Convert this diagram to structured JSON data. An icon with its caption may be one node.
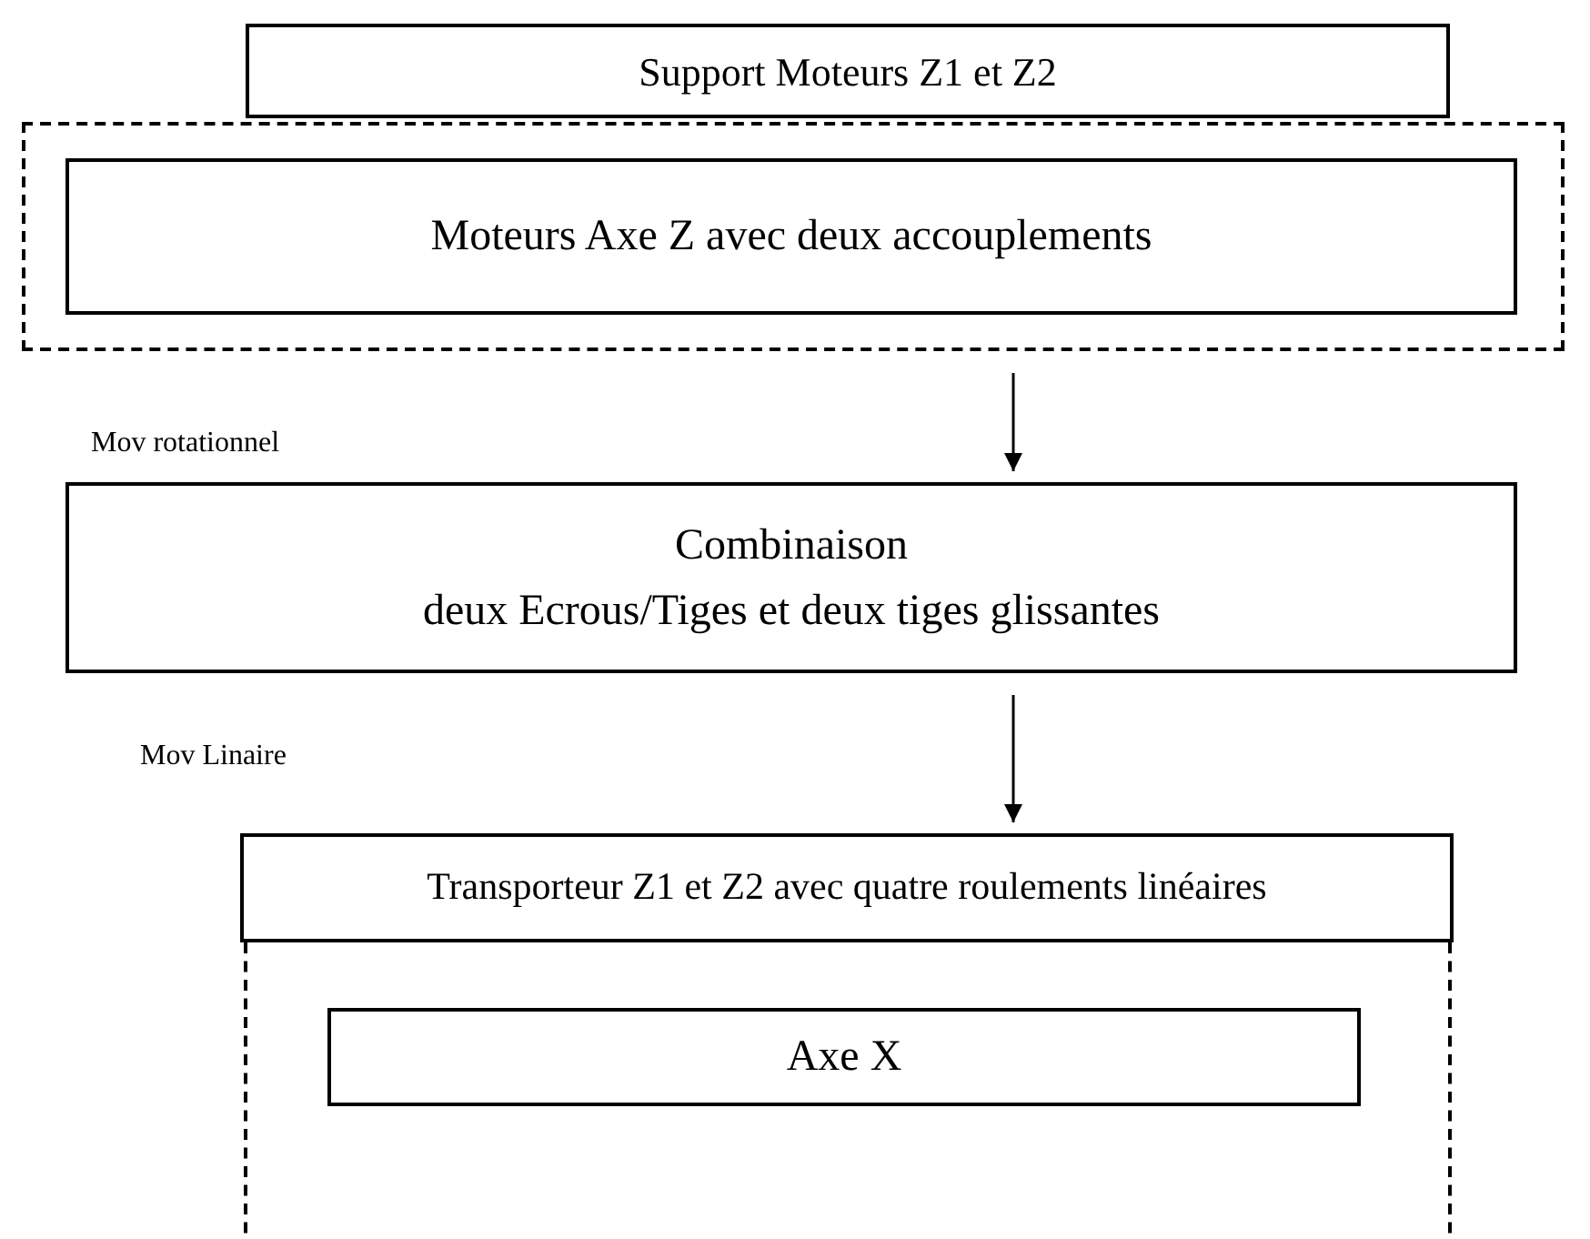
{
  "diagram": {
    "nodes": [
      {
        "text": [
          "Support Moteurs Z1 et Z2"
        ]
      },
      {
        "text": [],
        "shape": "box"
      },
      {
        "text": [
          "Moteurs Axe Z avec deux accouplements"
        ],
        "in": 1
      },
      {
        "text": [
          "Combinaison",
          "deux Ecrous/Tiges et deux tiges glissantes"
        ]
      },
      {
        "text": [
          "Transporteur Z1 et Z2 avec quatre roulements linéaires"
        ]
      },
      {
        "text": [],
        "shape": "box"
      },
      {
        "text": [
          "Axe X"
        ],
        "in": 5
      }
    ],
    "edges": [
      {
        "from": 1,
        "to": 3,
        "arrow": "to"
      },
      {
        "from": 3,
        "to": 4,
        "arrow": "to"
      }
    ],
    "labels": [
      "Mov rotationnel",
      "Mov Linaire"
    ]
  }
}
